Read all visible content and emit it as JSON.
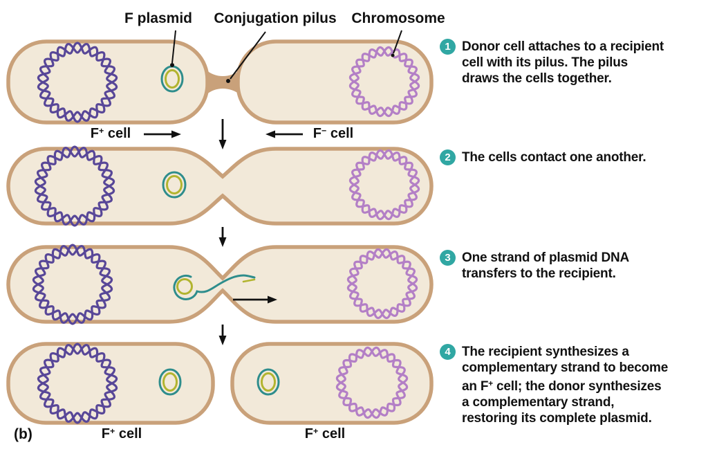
{
  "figure_label": "(b)",
  "top_labels": {
    "f_plasmid": "F plasmid",
    "conjugation_pilus": "Conjugation pilus",
    "chromosome": "Chromosome"
  },
  "row1_labels": {
    "donor": {
      "base": "F",
      "sup": "+",
      "rest": " cell"
    },
    "recipient": {
      "base": "F",
      "sup": "−",
      "rest": " cell"
    }
  },
  "bottom_labels": {
    "left": {
      "base": "F",
      "sup": "+",
      "rest": " cell"
    },
    "right": {
      "base": "F",
      "sup": "+",
      "rest": " cell"
    }
  },
  "steps": [
    {
      "num": "1",
      "lines": [
        "Donor cell attaches to a recipient",
        "cell with its pilus. The pilus",
        "draws the cells together."
      ]
    },
    {
      "num": "2",
      "lines": [
        "The cells contact one another."
      ]
    },
    {
      "num": "3",
      "lines": [
        "One strand of plasmid DNA",
        "transfers to the recipient."
      ]
    },
    {
      "num": "4",
      "lines": [
        "The recipient synthesizes a",
        "complementary strand to become"
      ],
      "line3a": "an F",
      "line3sup": "+",
      "line3b": " cell; the donor synthesizes",
      "line4": "a complementary strand,",
      "line5": "restoring its complete plasmid."
    }
  ],
  "colors": {
    "cell_fill": "#f2e9d9",
    "cell_outline": "#c9a17a",
    "donor_chromosome": "#584798",
    "recipient_chromosome": "#b37fc6",
    "plasmid_outer_teal": "#2e8d8c",
    "plasmid_inner_yellow": "#b2b42f",
    "step_badge_teal": "#30a7a3",
    "text": "#111111"
  }
}
